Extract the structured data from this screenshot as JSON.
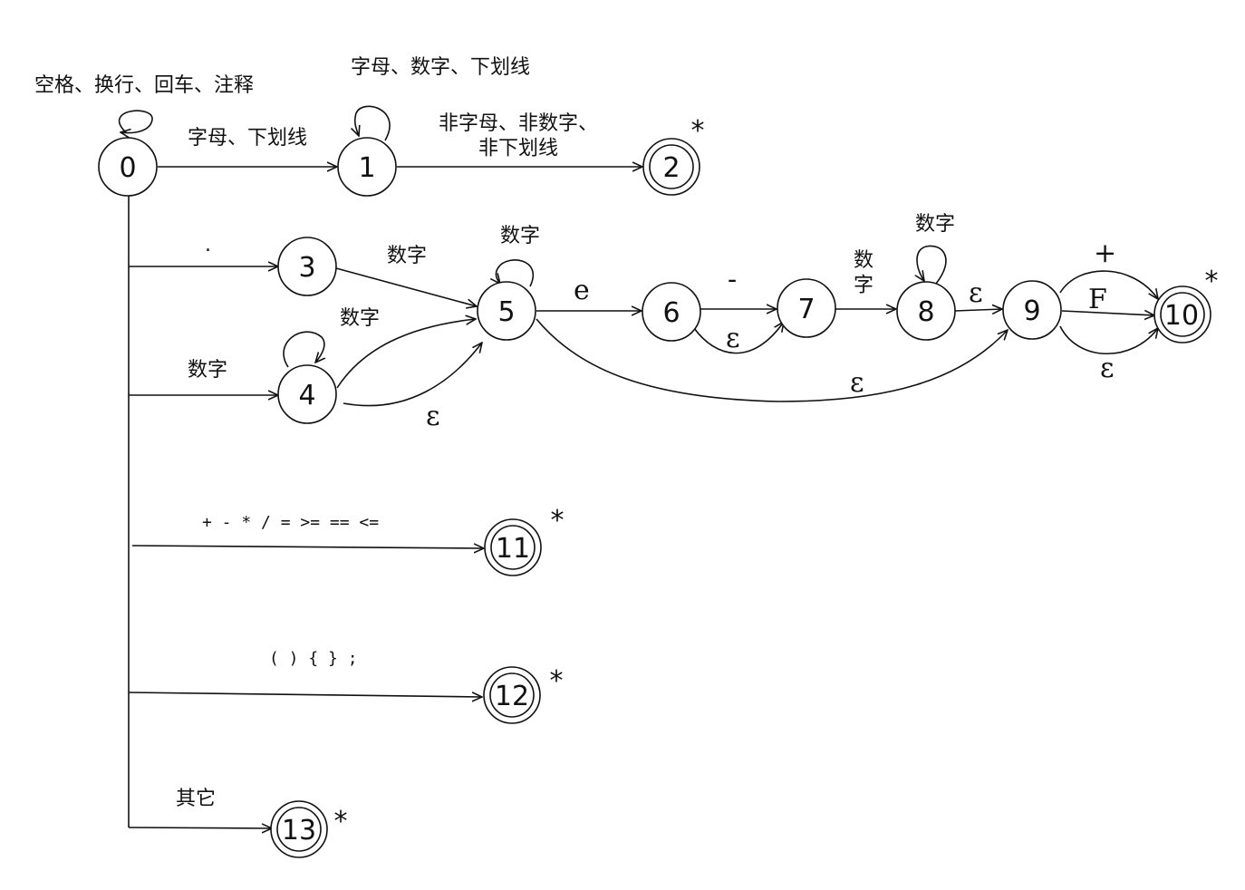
{
  "states": [
    {
      "id": "0",
      "accept": false
    },
    {
      "id": "1",
      "accept": false
    },
    {
      "id": "2",
      "accept": true,
      "star": true
    },
    {
      "id": "3",
      "accept": false
    },
    {
      "id": "4",
      "accept": false
    },
    {
      "id": "5",
      "accept": false
    },
    {
      "id": "6",
      "accept": false
    },
    {
      "id": "7",
      "accept": false
    },
    {
      "id": "8",
      "accept": false
    },
    {
      "id": "9",
      "accept": false
    },
    {
      "id": "10",
      "accept": true,
      "star": true
    },
    {
      "id": "11",
      "accept": true,
      "star": true
    },
    {
      "id": "12",
      "accept": true,
      "star": true
    },
    {
      "id": "13",
      "accept": true,
      "star": true
    }
  ],
  "transitions": [
    {
      "from": "0",
      "to": "0",
      "label": "空格、换行、回车、注释"
    },
    {
      "from": "0",
      "to": "1",
      "label": "字母、下划线"
    },
    {
      "from": "1",
      "to": "1",
      "label": "字母、数字、下划线"
    },
    {
      "from": "1",
      "to": "2",
      "label": "非字母、非数字、\n非下划线"
    },
    {
      "from": "0",
      "to": "3",
      "label": "."
    },
    {
      "from": "3",
      "to": "5",
      "label": "数字"
    },
    {
      "from": "0",
      "to": "4",
      "label": "数字"
    },
    {
      "from": "4",
      "to": "4",
      "label": ""
    },
    {
      "from": "4",
      "to": "5",
      "label": "数字"
    },
    {
      "from": "4",
      "to": "5",
      "label": "ε"
    },
    {
      "from": "5",
      "to": "5",
      "label": "数字"
    },
    {
      "from": "5",
      "to": "6",
      "label": "e"
    },
    {
      "from": "6",
      "to": "7",
      "label": "-"
    },
    {
      "from": "6",
      "to": "7",
      "label": "ε"
    },
    {
      "from": "7",
      "to": "8",
      "label": "数\n字"
    },
    {
      "from": "8",
      "to": "8",
      "label": "数字"
    },
    {
      "from": "8",
      "to": "9",
      "label": "ε"
    },
    {
      "from": "5",
      "to": "9",
      "label": "ε"
    },
    {
      "from": "9",
      "to": "10",
      "label": "+"
    },
    {
      "from": "9",
      "to": "10",
      "label": "F"
    },
    {
      "from": "9",
      "to": "10",
      "label": "ε"
    },
    {
      "from": "0",
      "to": "11",
      "label": "+ - * / = >= == <="
    },
    {
      "from": "0",
      "to": "12",
      "label": "( ) { } ;"
    },
    {
      "from": "0",
      "to": "13",
      "label": "其它"
    }
  ],
  "star_symbol": "*"
}
